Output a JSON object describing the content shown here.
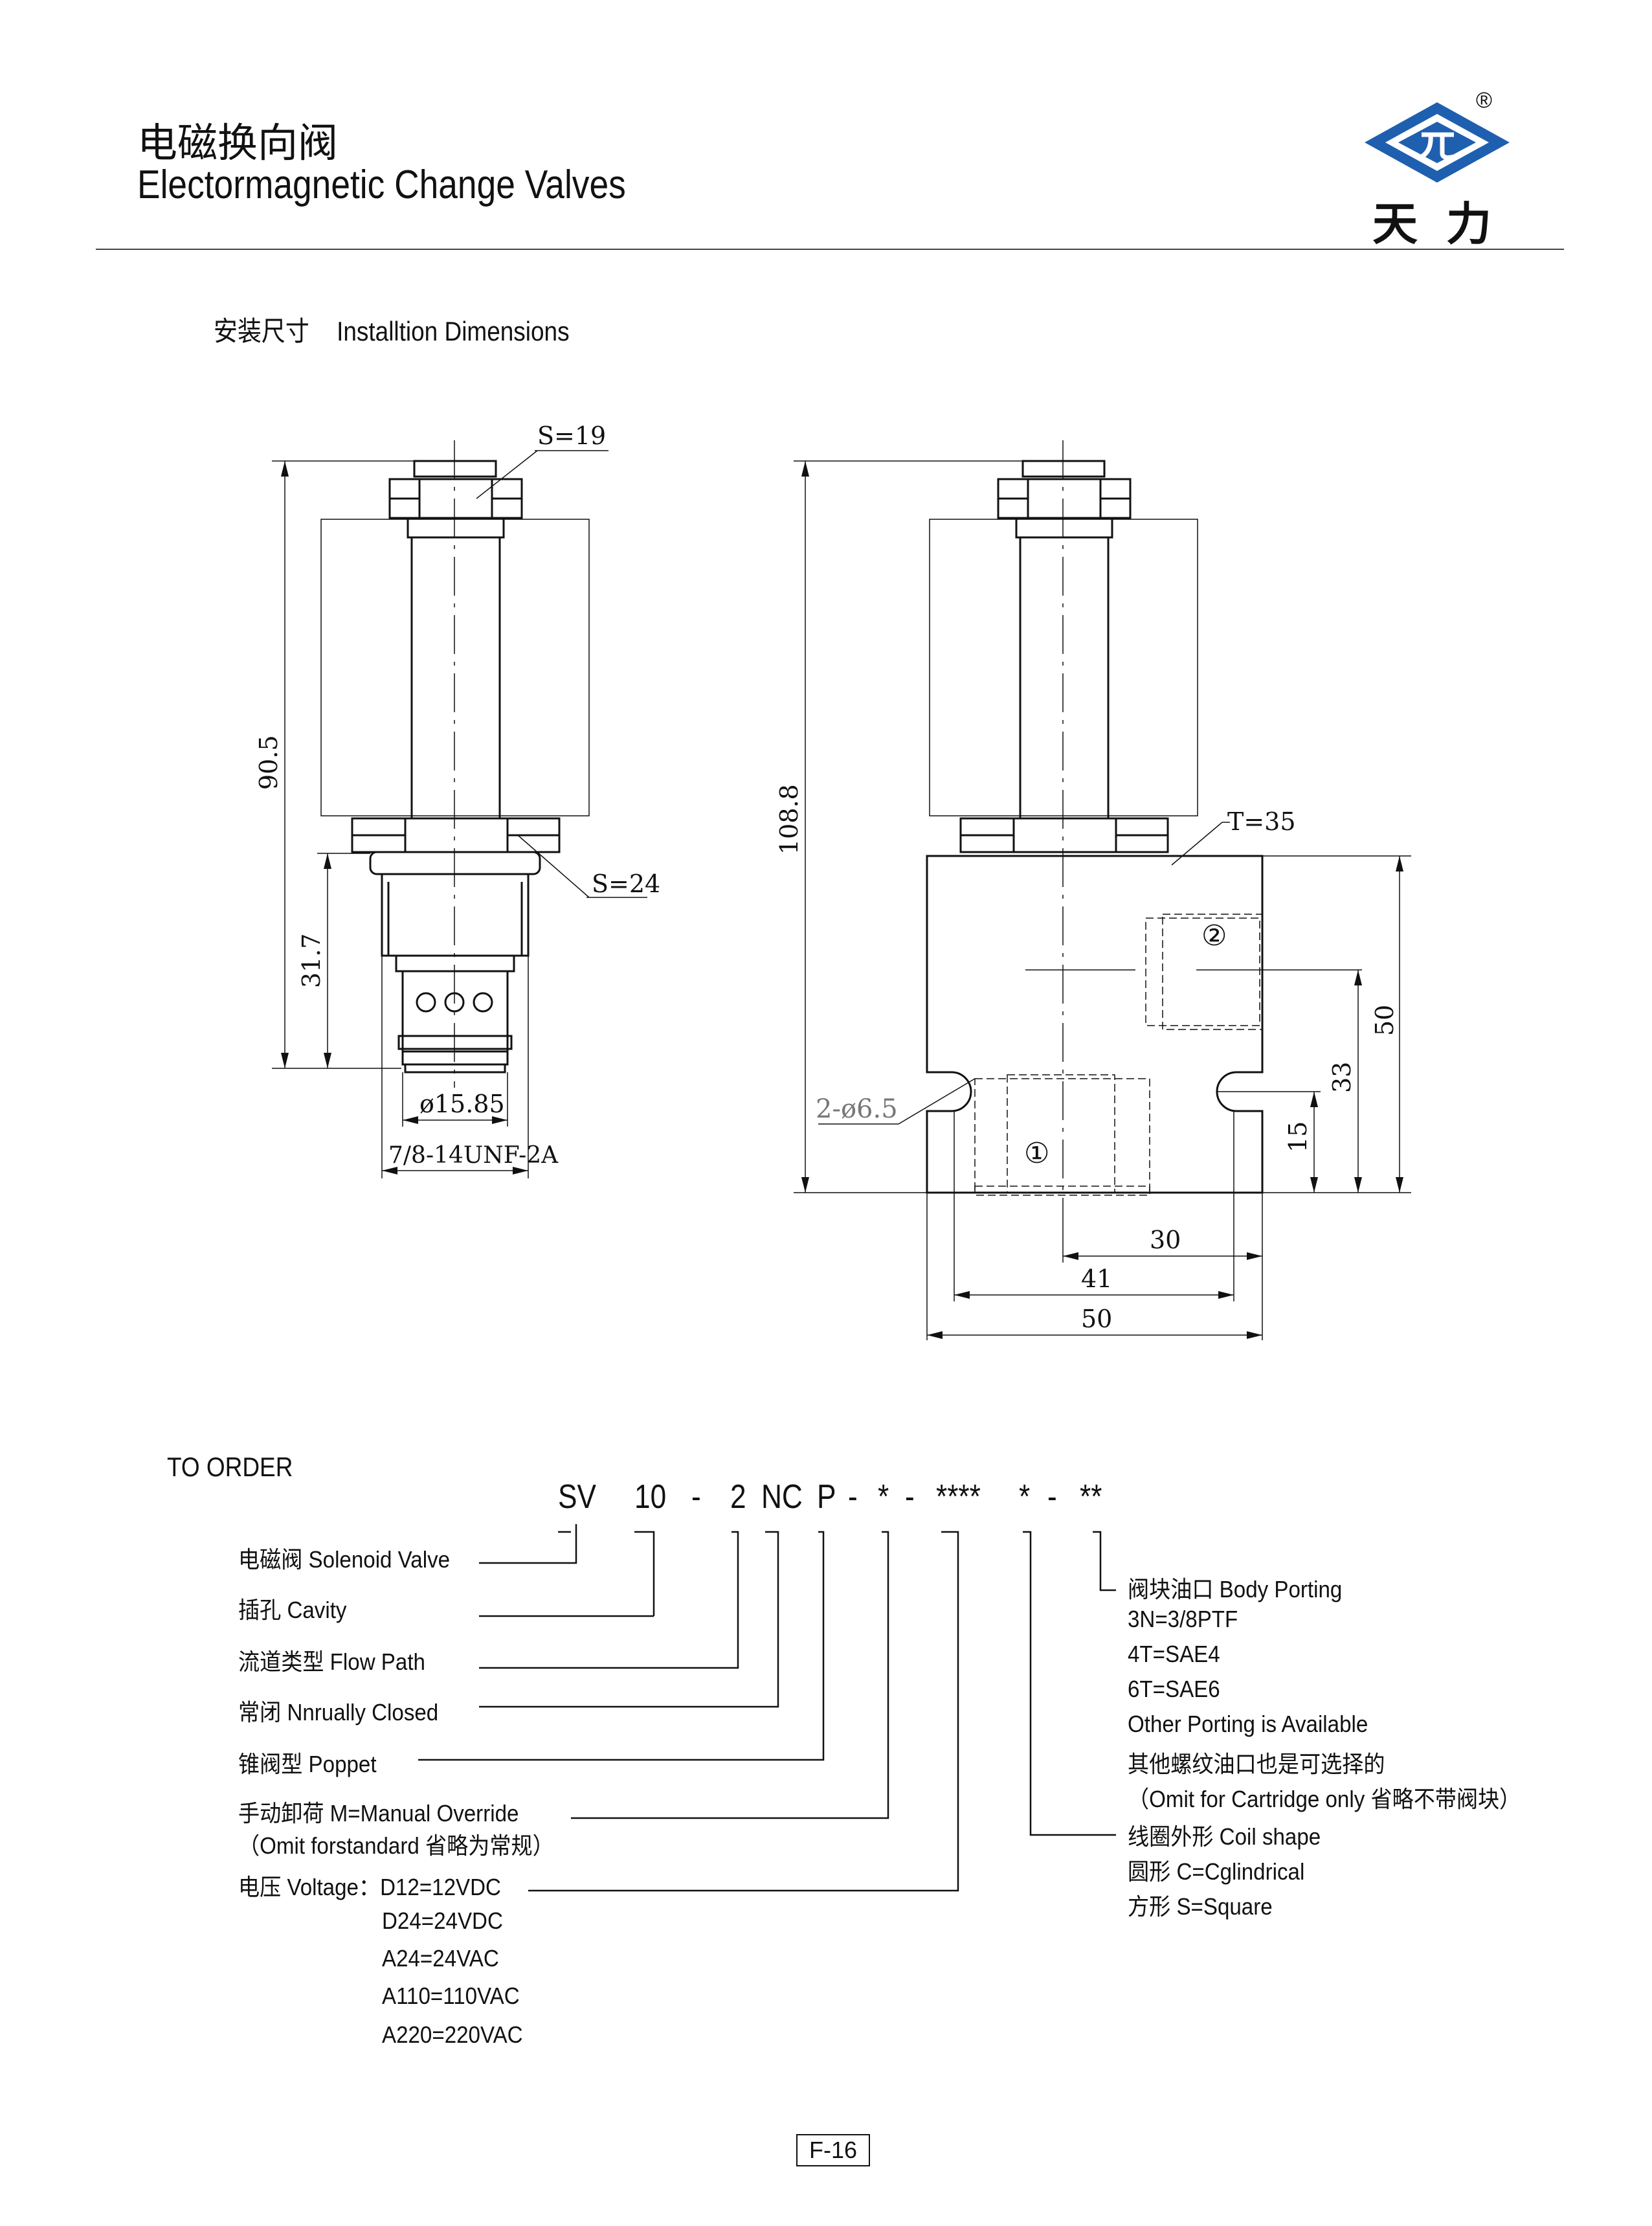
{
  "header": {
    "title_cn": "电磁换向阀",
    "title_en": "Electormagnetic Change Valves",
    "brand": "天力",
    "registered_mark": "®"
  },
  "section": {
    "title_cn": "安装尺寸",
    "title_en": "Installtion Dimensions"
  },
  "dimensions": {
    "left_view": {
      "hex_top": "S=19",
      "hex_nut": "S=24",
      "total_height": "90.5",
      "lower_height": "31.7",
      "diameter": "ø15.85",
      "thread": "7/8-14UNF-2A"
    },
    "right_view": {
      "total_height": "108.8",
      "body_thickness": "T=35",
      "holes": "2-ø6.5",
      "height_50": "50",
      "height_33": "33",
      "height_15": "15",
      "width_30": "30",
      "width_41": "41",
      "width_50": "50",
      "port1": "①",
      "port2": "②"
    }
  },
  "order": {
    "title": "TO ORDER",
    "code": {
      "sv": "SV",
      "n10": "10",
      "d1": "-",
      "n2": "2",
      "nc": "NC",
      "p": "P",
      "d2": "-",
      "s1": "*",
      "d3": "-",
      "s4": "****",
      "s5": "*",
      "d4": "-",
      "s6": "**"
    },
    "left_labels": [
      "电磁阀 Solenoid Valve",
      "插孔   Cavity",
      "流道类型   Flow  Path",
      "常闭  Nnrually Closed",
      "锥阀型    Poppet",
      "手动卸荷  M=Manual  Override",
      "（Omit forstandard 省略为常规）",
      "电压 Voltage：D12=12VDC",
      "D24=24VDC",
      "A24=24VAC",
      "A110=110VAC",
      "A220=220VAC"
    ],
    "right_labels": [
      "阀块油口 Body Porting",
      "3N=3/8PTF",
      "4T=SAE4",
      "6T=SAE6",
      "Other Porting is Available",
      "其他螺纹油口也是可选择的",
      "（Omit for Cartridge only 省略不带阀块）",
      "线圈外形  Coil shape",
      "圆形   C=Cglindrical",
      "方形   S=Square"
    ]
  },
  "page_number": "F-16"
}
